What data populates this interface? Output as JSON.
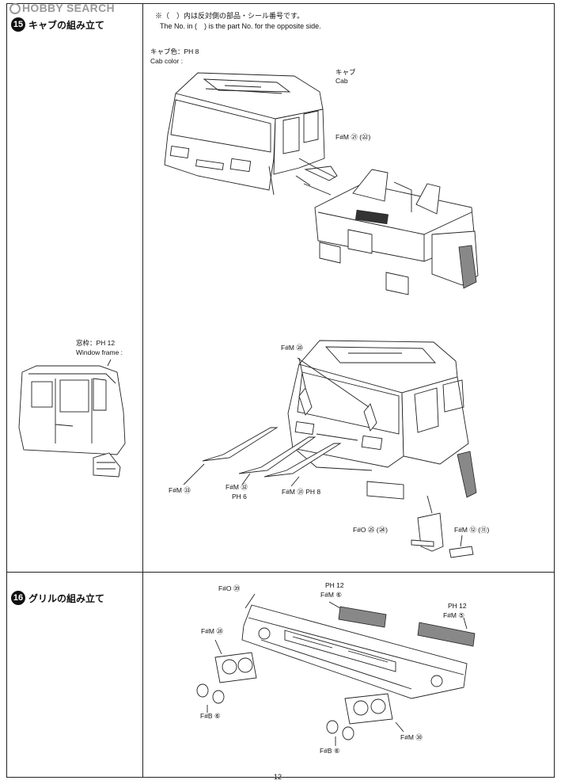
{
  "watermark": "HOBBY SEARCH",
  "page_number": "12",
  "step15": {
    "number": "15",
    "title": "キャブの組み立て",
    "note_jp": "※（　）内は反対側の部品・シール番号です。",
    "note_en": "The No. in (　) is the part No. for the opposite side.",
    "cab_color_jp": "キャブ色：",
    "cab_color_code": "PH 8",
    "cab_color_en": "Cab color :",
    "cab_label_jp": "キャブ",
    "cab_label_en": "Cab",
    "part_21_22": "F#M ㉑ (㉒)",
    "window_frame_jp": "窓枠：",
    "window_frame_code": "PH 12",
    "window_frame_en": "Window frame :",
    "part_20": "F#M ⑳",
    "part_33": "F#M ㉝",
    "part_32": "F#M ㉜",
    "part_32_code": "PH 6",
    "part_31": "F#M ㉛",
    "part_31_code": "PH 8",
    "part_25_24": "F#O ㉕ (㉔)",
    "part_12_11": "F#M ⑫ (⑪)"
  },
  "step16": {
    "number": "16",
    "title": "グリルの組み立て",
    "part_39": "F#O ㊴",
    "grille_left_code": "PH 12",
    "grille_left_part": "F#M ⑥",
    "grille_right_code": "PH 12",
    "grille_right_part": "F#M ⑤",
    "part_28": "F#M ㉘",
    "lens_left": "F#B ⑥",
    "part_30": "F#M ㉚",
    "lens_right": "F#B ⑥"
  }
}
